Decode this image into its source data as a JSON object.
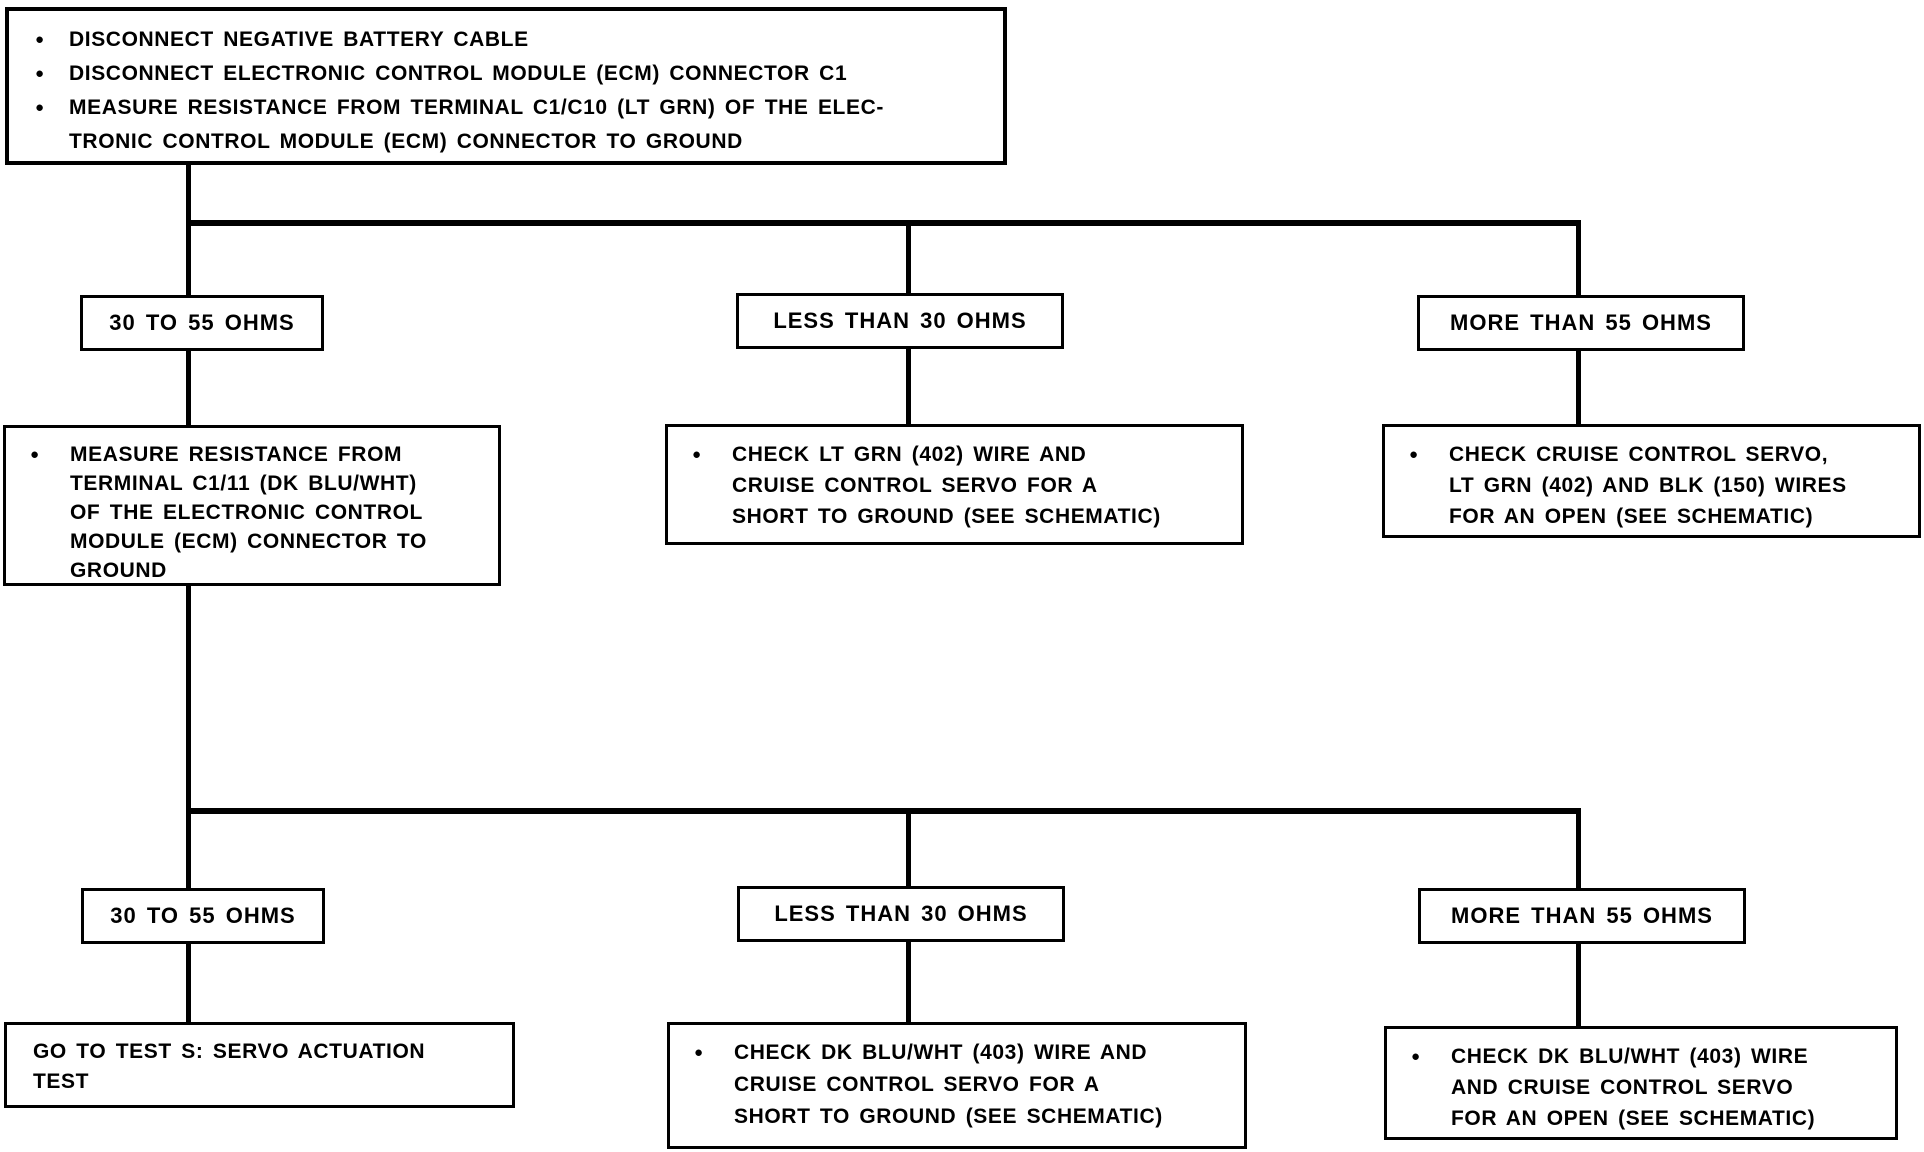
{
  "ui": {
    "bullet": "●",
    "ink_color": "#000000",
    "paper_color": "#ffffff"
  },
  "top_box": {
    "items": [
      "DISCONNECT NEGATIVE BATTERY CABLE",
      "DISCONNECT ELECTRONIC CONTROL MODULE (ECM) CONNECTOR C1",
      "MEASURE RESISTANCE FROM TERMINAL C1/C10 (LT GRN) OF THE ELEC-\nTRONIC CONTROL MODULE (ECM) CONNECTOR TO GROUND"
    ]
  },
  "branch1": {
    "conditions": [
      "30 TO 55 OHMS",
      "LESS THAN 30 OHMS",
      "MORE THAN 55 OHMS"
    ],
    "results": [
      "MEASURE RESISTANCE FROM\nTERMINAL C1/11 (DK BLU/WHT)\nOF THE ELECTRONIC CONTROL\nMODULE (ECM) CONNECTOR TO\nGROUND",
      "CHECK LT GRN (402) WIRE AND\nCRUISE CONTROL SERVO FOR A\nSHORT TO GROUND (SEE SCHEMATIC)",
      "CHECK CRUISE CONTROL SERVO,\nLT GRN (402) AND BLK (150) WIRES\nFOR AN OPEN (SEE SCHEMATIC)"
    ]
  },
  "branch2": {
    "conditions": [
      "30 TO 55 OHMS",
      "LESS THAN 30 OHMS",
      "MORE THAN 55 OHMS"
    ],
    "results": [
      "GO TO TEST S: SERVO ACTUATION\nTEST",
      "CHECK DK BLU/WHT (403) WIRE AND\nCRUISE CONTROL SERVO FOR A\nSHORT TO GROUND (SEE SCHEMATIC)",
      "CHECK DK BLU/WHT (403) WIRE\nAND CRUISE CONTROL SERVO\nFOR AN OPEN (SEE SCHEMATIC)"
    ]
  }
}
